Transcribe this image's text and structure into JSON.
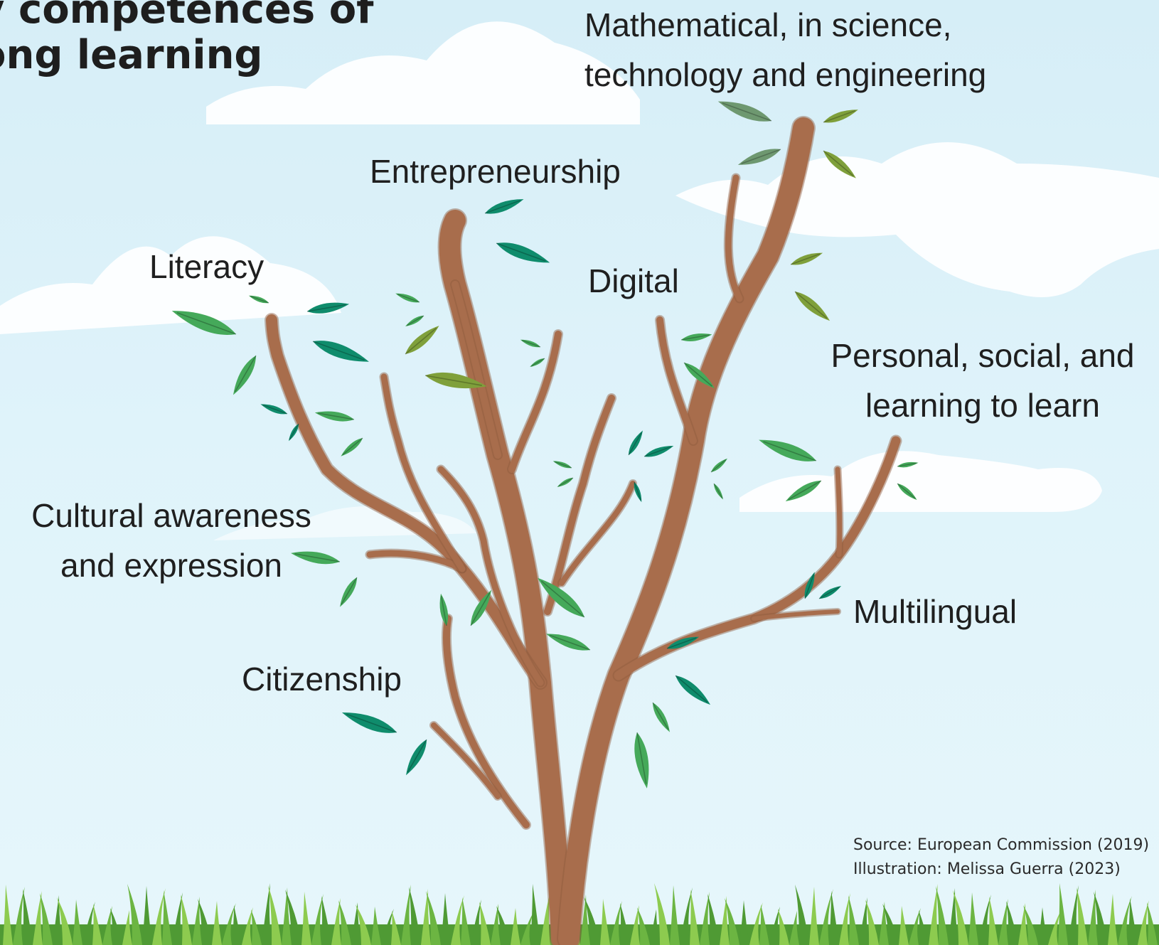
{
  "title": {
    "line1": "y competences of",
    "line2": "ong learning"
  },
  "competences": {
    "mathematical": {
      "line1": "Mathematical, in science,",
      "line2": "technology and engineering"
    },
    "entrepreneurship": {
      "line1": "Entrepreneurship"
    },
    "literacy": {
      "line1": "Literacy"
    },
    "digital": {
      "line1": "Digital"
    },
    "personal": {
      "line1": "Personal, social, and",
      "line2": "learning to learn"
    },
    "cultural": {
      "line1": "Cultural awareness",
      "line2": "and expression"
    },
    "multilingual": {
      "line1": "Multilingual"
    },
    "citizenship": {
      "line1": "Citizenship"
    }
  },
  "credits": {
    "source": "Source: European Commission (2019)",
    "illustration": "Illustration: Melissa Guerra (2023)"
  },
  "colors": {
    "sky": "#dff3fa",
    "cloud": "#ffffff",
    "trunk": "#a86d4c",
    "trunk_shadow": "#8e5a3d",
    "grass_dark": "#4f9a34",
    "grass_light": "#8dcb4f",
    "leaf_teal": "#0f8c6c",
    "leaf_green": "#45a95a",
    "leaf_olive": "#7fa03b",
    "leaf_sage": "#6e9870"
  }
}
